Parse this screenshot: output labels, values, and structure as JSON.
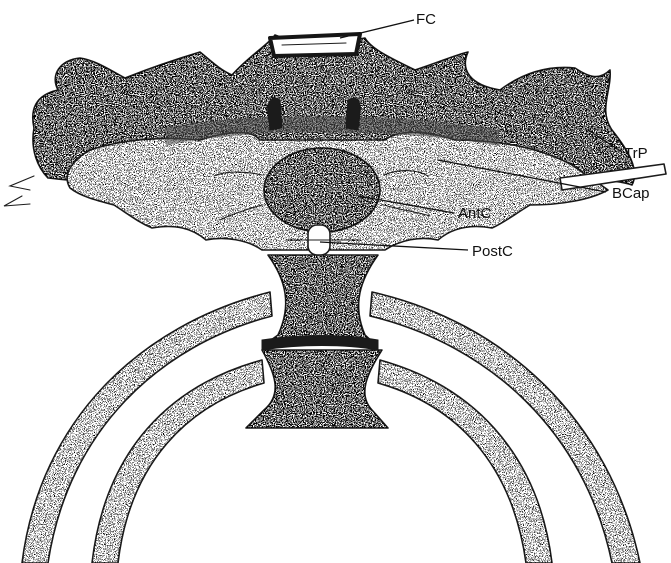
{
  "labels": {
    "fc": "FC",
    "trp": "TrP",
    "bcap": "BCap",
    "antc": "AntC",
    "postc": "PostC"
  }
}
